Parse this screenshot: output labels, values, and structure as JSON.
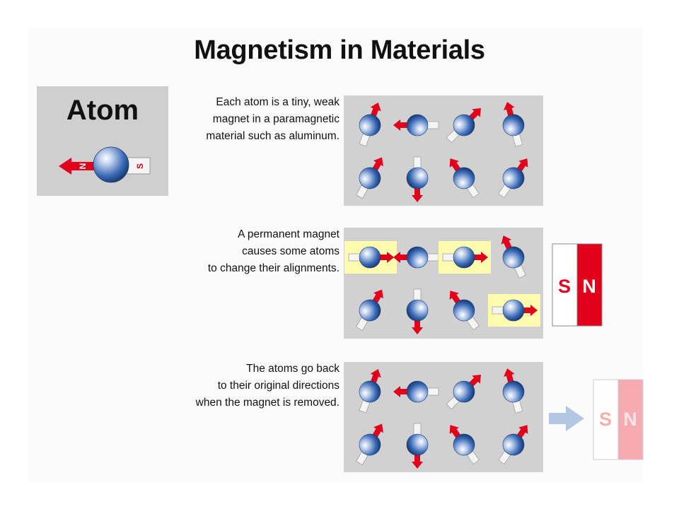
{
  "title": "Magnetism in Materials",
  "atom_card": {
    "label": "Atom",
    "pole_n": "N",
    "pole_s": "S"
  },
  "panels": [
    {
      "caption": [
        "Each atom is a tiny, weak",
        "magnet in a paramagnetic",
        "material such as aluminum."
      ],
      "atoms_deg": [
        -70,
        180,
        -45,
        -105,
        -60,
        90,
        -125,
        -55
      ],
      "highlighted": []
    },
    {
      "caption": [
        "A permanent magnet",
        "causes some atoms",
        "to change their alignments."
      ],
      "atoms_deg": [
        0,
        180,
        0,
        -115,
        -60,
        90,
        -125,
        0
      ],
      "highlighted": [
        0,
        2,
        7
      ]
    },
    {
      "caption": [
        "The atoms go back",
        "to their original directions",
        "when the magnet is removed."
      ],
      "atoms_deg": [
        -70,
        180,
        -45,
        -105,
        -60,
        90,
        -125,
        -55
      ],
      "highlighted": []
    }
  ],
  "magnet": {
    "s": "S",
    "n": "N"
  },
  "magnet_removed": {
    "s": "S",
    "n": "N"
  },
  "colors": {
    "panel_gray": "#d1d1d1",
    "atom_blue": "#2c5fa8",
    "north_red": "#e3001b",
    "highlight_yellow": "#fdfbad",
    "faded_red": "#f6a3a8",
    "arrow_blue": "#b3c7e2"
  }
}
